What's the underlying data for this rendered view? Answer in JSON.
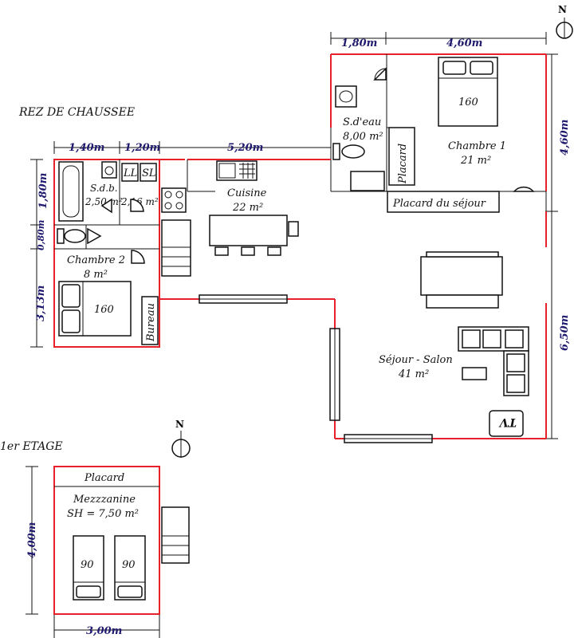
{
  "colors": {
    "dimension_text": "#1f1a6e",
    "wall_red": "#e8202a",
    "wall_dark": "#111111"
  },
  "icons": [
    "north-arrow-icon",
    "bed-icon",
    "sofa-icon",
    "tv-icon",
    "toilet-icon",
    "sink-icon",
    "bathtub-icon",
    "stove-icon"
  ],
  "ground_floor": {
    "title": "REZ DE CHAUSSEE",
    "rooms": {
      "chambre1": {
        "name": "Chambre 1",
        "area": "21 m²",
        "bed": "160"
      },
      "sdeau": {
        "name": "S.d'eau",
        "area": "8,00 m²"
      },
      "placard": "Placard",
      "placard_sejour": "Placard du séjour",
      "cuisine": {
        "name": "Cuisine",
        "area": "22 m²"
      },
      "sdb": {
        "name": "S.d.b.",
        "area": "2,50 m²"
      },
      "sdb_extra_area": "2,16 m²",
      "ll": "LL",
      "sl": "SL",
      "chambre2": {
        "name": "Chambre 2",
        "area": "8 m²",
        "bed": "160"
      },
      "bureau": "Bureau",
      "sejour": {
        "name": "Séjour - Salon",
        "area": "41 m²"
      },
      "tv": "TV"
    },
    "dimensions": {
      "top_left_a": "1,80m",
      "top_left_b": "4,60m",
      "right_a": "4,60m",
      "right_b": "6,50m",
      "mid_a": "1,40m",
      "mid_b": "1,20m",
      "mid_c": "5,20m",
      "left_a": "1,80m",
      "left_b": "0,80m",
      "left_c": "3,13m"
    }
  },
  "first_floor": {
    "title": "1er ETAGE",
    "placard": "Placard",
    "mezz_name": "Mezzzanine",
    "mezz_area": "SH = 7,50 m²",
    "bed_a": "90",
    "bed_b": "90",
    "dim_height": "4,00m",
    "dim_width": "3,00m"
  },
  "north_label": "N"
}
